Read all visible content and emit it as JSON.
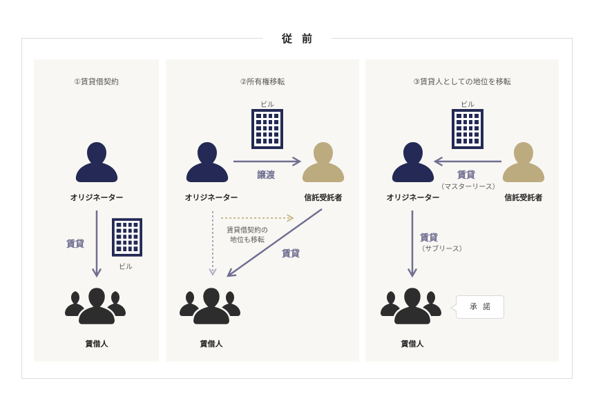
{
  "title": "従前",
  "colors": {
    "originator": "#242a55",
    "trustee": "#bdab80",
    "lessee": "#2d2d2d",
    "arrow": "#6f6e91",
    "panel_bg": "#f8f7f3"
  },
  "panel1": {
    "title": "①賃貸借契約",
    "originator": "オリジネーター",
    "lease": "賃貸",
    "building": "ビル",
    "lessees": "賃借人"
  },
  "panel2": {
    "title": "②所有権移転",
    "building": "ビル",
    "originator": "オリジネーター",
    "transfer": "譲渡",
    "trustee": "信託受託者",
    "note_line1": "賃貸借契約の",
    "note_line2": "地位も移転",
    "lease": "賃貸",
    "lessees": "賃借人"
  },
  "panel3": {
    "title": "③賃貸人としての地位を移転",
    "building": "ビル",
    "originator": "オリジネーター",
    "trustee": "信託受託者",
    "master_lease": "賃貸",
    "master_lease_sub": "（マスターリース）",
    "sublease": "賃貸",
    "sublease_sub": "（サブリース）",
    "lessees": "賃借人",
    "consent": "承諾"
  }
}
